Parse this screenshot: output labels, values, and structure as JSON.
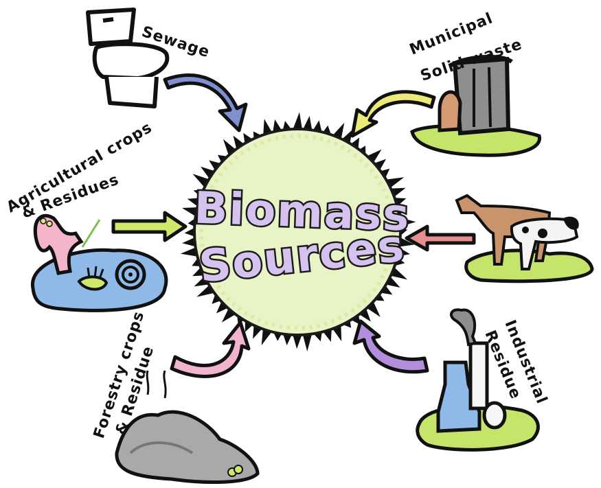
{
  "title": {
    "line1": "Biomass",
    "line2": "Sources"
  },
  "sources": [
    {
      "id": "sewage",
      "label": "Sewage",
      "icon": "toilet-icon",
      "arrow_color": "#7f8fd0"
    },
    {
      "id": "msw",
      "label_line1": "Municipal",
      "label_line2": "Solid waste",
      "icon": "trash-can-icon",
      "arrow_color": "#eeea7a"
    },
    {
      "id": "agri",
      "label_line1": "Agricultural crops",
      "label_line2": "& Residues",
      "icon": "crops-pond-icon",
      "arrow_color": "#cde86a"
    },
    {
      "id": "animal",
      "label": "",
      "icon": "horse-cow-icon",
      "arrow_color": "#e78f8f"
    },
    {
      "id": "forestry",
      "label_line1": "Forestry crops",
      "label_line2": "& Residue",
      "icon": "forest-debris-icon",
      "arrow_color": "#f0b4cf"
    },
    {
      "id": "industrial",
      "label_line1": "Industrial",
      "label_line2": "Residue",
      "icon": "factory-icon",
      "arrow_color": "#b18fdc"
    }
  ],
  "colors": {
    "center_fill": "#e6f2c3",
    "outline": "#111111",
    "grass": "#c5e46a",
    "water": "#8fb9e6"
  }
}
